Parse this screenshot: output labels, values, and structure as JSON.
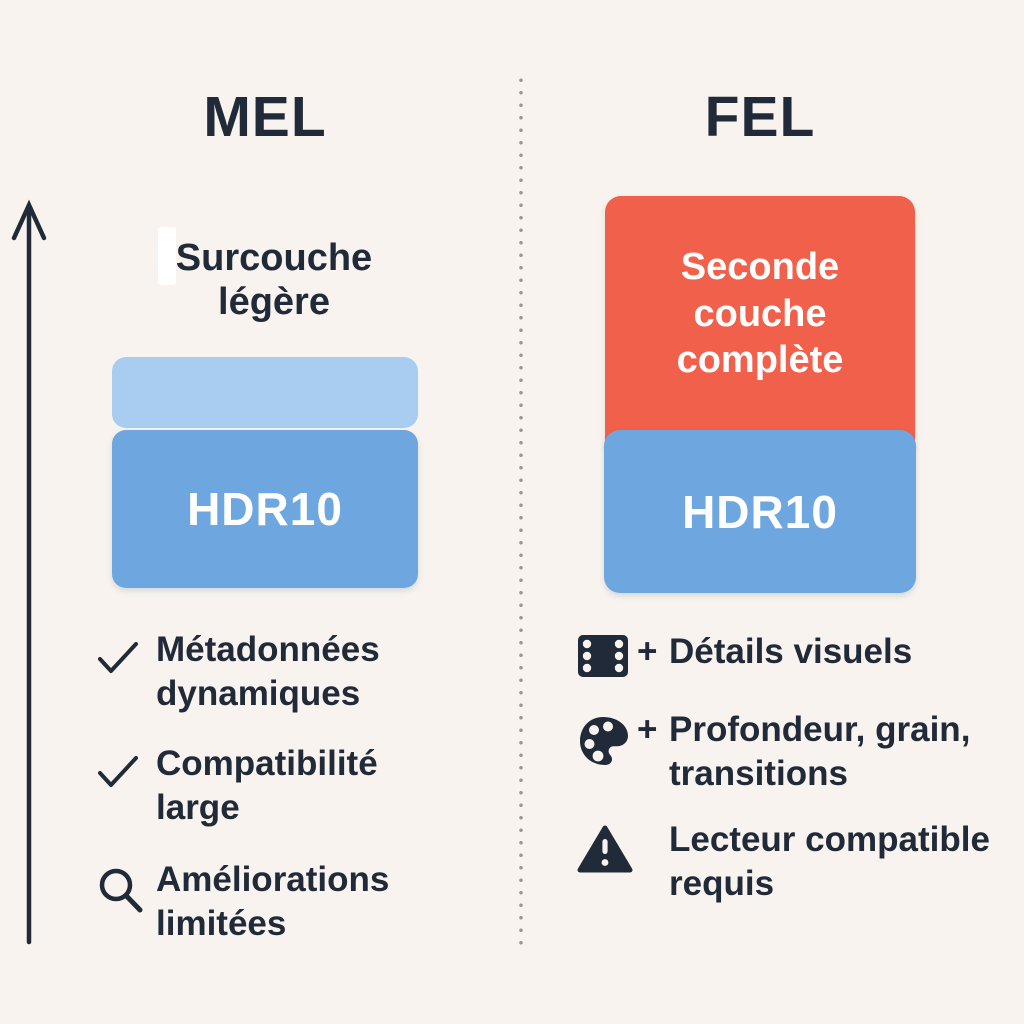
{
  "left": {
    "title": "MEL",
    "enhancement_label": "Surcouche légère",
    "base_label": "HDR10",
    "items": [
      {
        "icon": "check-icon",
        "text": "Métadonnées dynamiques"
      },
      {
        "icon": "check-icon",
        "text": "Compatibilité large"
      },
      {
        "icon": "magnifier-icon",
        "text": "Améliorations limitées"
      }
    ]
  },
  "right": {
    "title": "FEL",
    "enhancement_label": "Seconde couche complète",
    "base_label": "HDR10",
    "items": [
      {
        "icon": "film-icon",
        "prefix": "+",
        "text": "Détails visuels"
      },
      {
        "icon": "palette-icon",
        "prefix": "+",
        "text": "Profondeur, grain, transitions"
      },
      {
        "icon": "warning-icon",
        "prefix": "",
        "text": "Lecteur compatible requis"
      }
    ]
  },
  "colors": {
    "background": "#f8f3ee",
    "text": "#202a38",
    "light_blue_layer": "#a8cdf1",
    "hdr10_blue": "#6ea7e0",
    "fel_orange": "#f0604a",
    "box_text": "#ffffff",
    "divider_dot": "#9b9894"
  }
}
